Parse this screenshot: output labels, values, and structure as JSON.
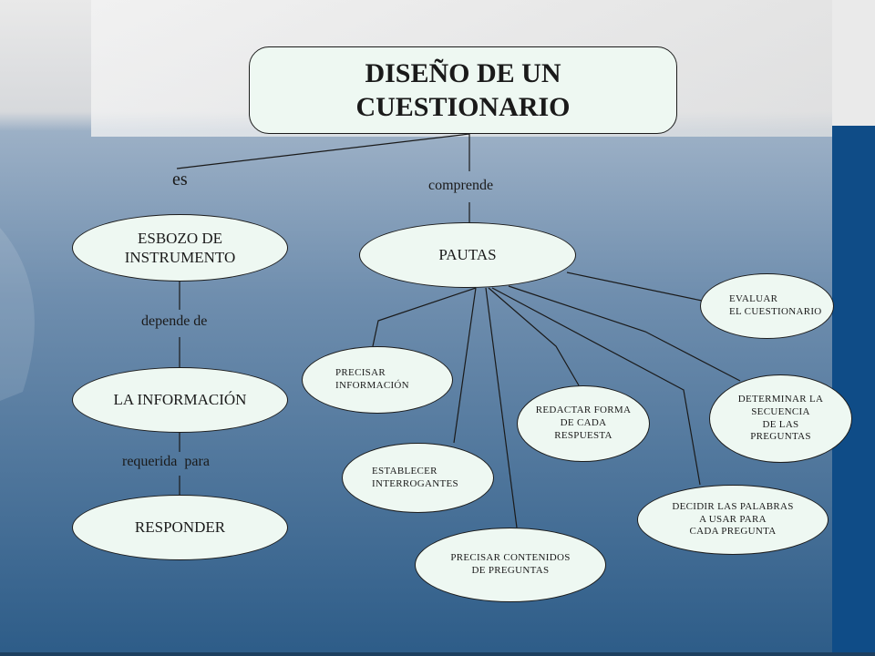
{
  "title": "DISEÑO DE UN\nCUESTIONARIO",
  "links": {
    "es": "es",
    "comprende": "comprende",
    "depende_de": "depende de",
    "requerida_para": "requerida  para"
  },
  "left_branch": {
    "esbozo": "ESBOZO DE\nINSTRUMENTO",
    "informacion": "LA INFORMACIÓN",
    "responder": "RESPONDER"
  },
  "pautas": "PAUTAS",
  "pautas_items": {
    "precisar_informacion": "PRECISAR\nINFORMACIÓN",
    "establecer_interrogantes": "ESTABLECER\nINTERROGANTES",
    "precisar_contenidos": "PRECISAR CONTENIDOS\nDE PREGUNTAS",
    "redactar_forma": "REDACTAR  FORMA\nDE CADA\nRESPUESTA",
    "decidir_palabras": "DECIDIR  LAS PALABRAS\nA  USAR PARA\nCADA PREGUNTA",
    "determinar_secuencia": "DETERMINAR LA\nSECUENCIA\nDE LAS\nPREGUNTAS",
    "evaluar": "EVALUAR\nEL CUESTIONARIO"
  },
  "colors": {
    "node_fill": "#eef8f2",
    "background_top": "#dcdcdc",
    "background_bottom": "#2f5d88",
    "right_bar": "#0f4c87"
  }
}
